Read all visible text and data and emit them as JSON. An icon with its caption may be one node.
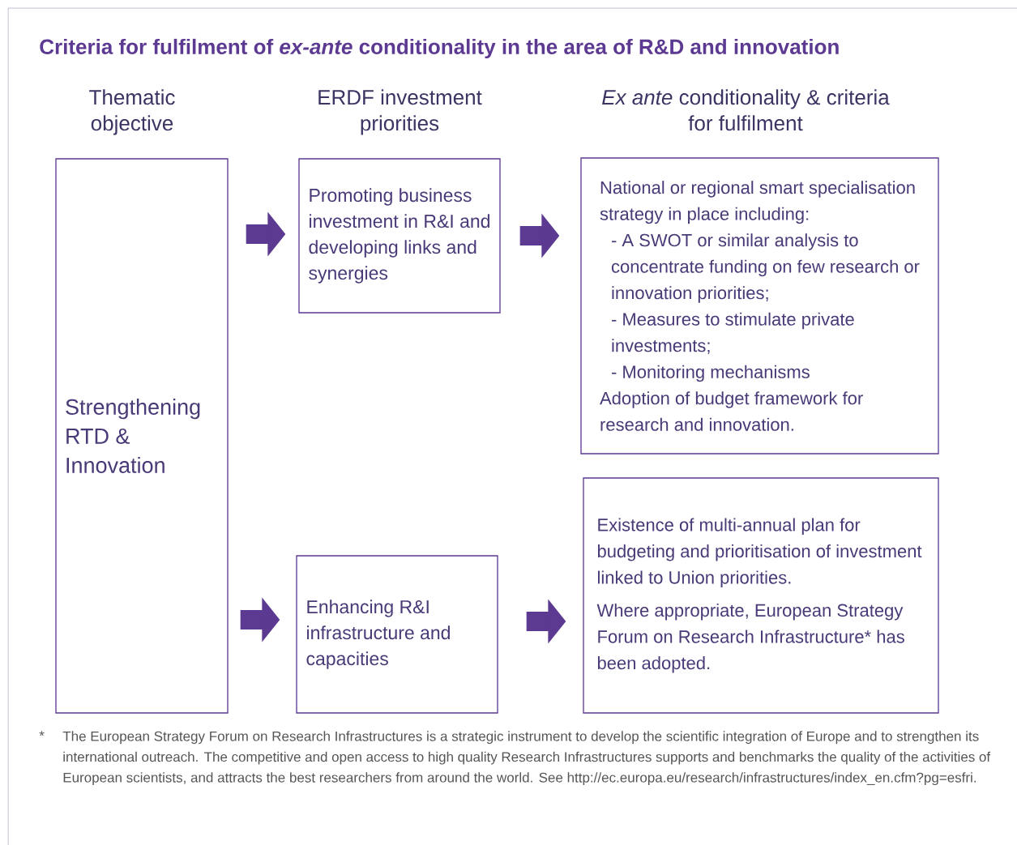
{
  "diagram": {
    "title": "Criteria for fulfilment of *ex-ante* conditionality in the area of R&D and innovation",
    "nodes": [
      {
        "text": [
          "Strengthening RTD & Innovation"
        ]
      },
      {
        "text": [
          "Promoting business investment in R&I and developing links and synergies"
        ]
      },
      {
        "text": [
          "National or regional smart specialisation strategy in place including:",
          "- A SWOT or similar analysis to concentrate funding on few research or innovation priorities;",
          "- Measures to stimulate private investments;",
          "- Monitoring mechanisms",
          "Adoption of budget framework for research and innovation."
        ]
      },
      {
        "text": [
          "Enhancing R&I infrastructure and capacities"
        ]
      },
      {
        "text": [
          "Existence of multi-annual plan for budgeting and prioritisation of investment linked to Union priorities.",
          "Where appropriate, European Strategy Forum on Research Infrastructure* has been adopted."
        ]
      }
    ],
    "edges": [
      {
        "from": 0,
        "to": 1,
        "arrow": "to"
      },
      {
        "from": 1,
        "to": 2,
        "arrow": "to"
      },
      {
        "from": 0,
        "to": 3,
        "arrow": "to"
      },
      {
        "from": 3,
        "to": 4,
        "arrow": "to"
      }
    ],
    "labels": [
      "Thematic objective",
      "ERDF investment priorities",
      "*Ex ante* conditionality & criteria for fulfilment",
      "*",
      "The European Strategy Forum on Research Infrastructures is a strategic instrument to develop the scientific integration of Europe and to strengthen its international outreach. The competitive and open access to high quality Research Infrastructures supports and benchmarks the quality of the activities of European scientists, and attracts the best researchers from around the world. See http://ec.europa.eu/research/infrastructures/index_en.cfm?pg=esfri."
    ]
  }
}
